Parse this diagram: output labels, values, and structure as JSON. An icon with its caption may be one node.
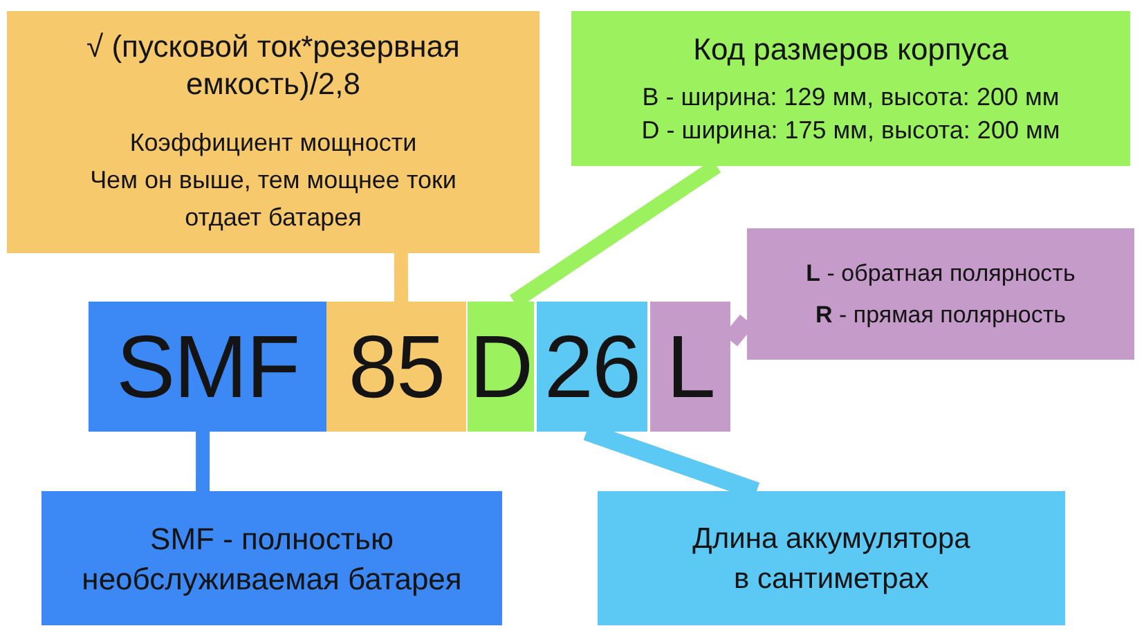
{
  "diagram": {
    "nodes": [
      {
        "text": [
          "√ (пусковой ток*резервная емкость)/2,8",
          "Коэффициент мощности",
          "Чем он выше, тем мощнее токи отдает батарея"
        ]
      },
      {
        "text": [
          "Код размеров корпуса",
          "B - ширина: 129 мм, высота: 200 мм",
          "D - ширина: 175 мм, высота: 200 мм"
        ]
      },
      {
        "text": [
          "**L** - обратная полярность",
          "**R** - прямая полярность"
        ]
      },
      {
        "text": [
          "SMF"
        ]
      },
      {
        "text": [
          "85"
        ]
      },
      {
        "text": [
          "D"
        ]
      },
      {
        "text": [
          "26"
        ]
      },
      {
        "text": [
          "L"
        ]
      },
      {
        "text": [
          "SMF - полностью необслуживаемая батарея"
        ]
      },
      {
        "text": [
          "Длина аккумулятора в сантиметрах"
        ]
      }
    ],
    "edges": [
      {
        "from": 4,
        "to": 0,
        "arrow": "none",
        "color": "#f6c96c"
      },
      {
        "from": 5,
        "to": 1,
        "arrow": "none",
        "color": "#9cf15e"
      },
      {
        "from": 7,
        "to": 2,
        "arrow": "none",
        "color": "#c49bc9"
      },
      {
        "from": 3,
        "to": 8,
        "arrow": "none",
        "color": "#3c89f5"
      },
      {
        "from": 6,
        "to": 9,
        "arrow": "none",
        "color": "#5cc8f4"
      }
    ]
  }
}
